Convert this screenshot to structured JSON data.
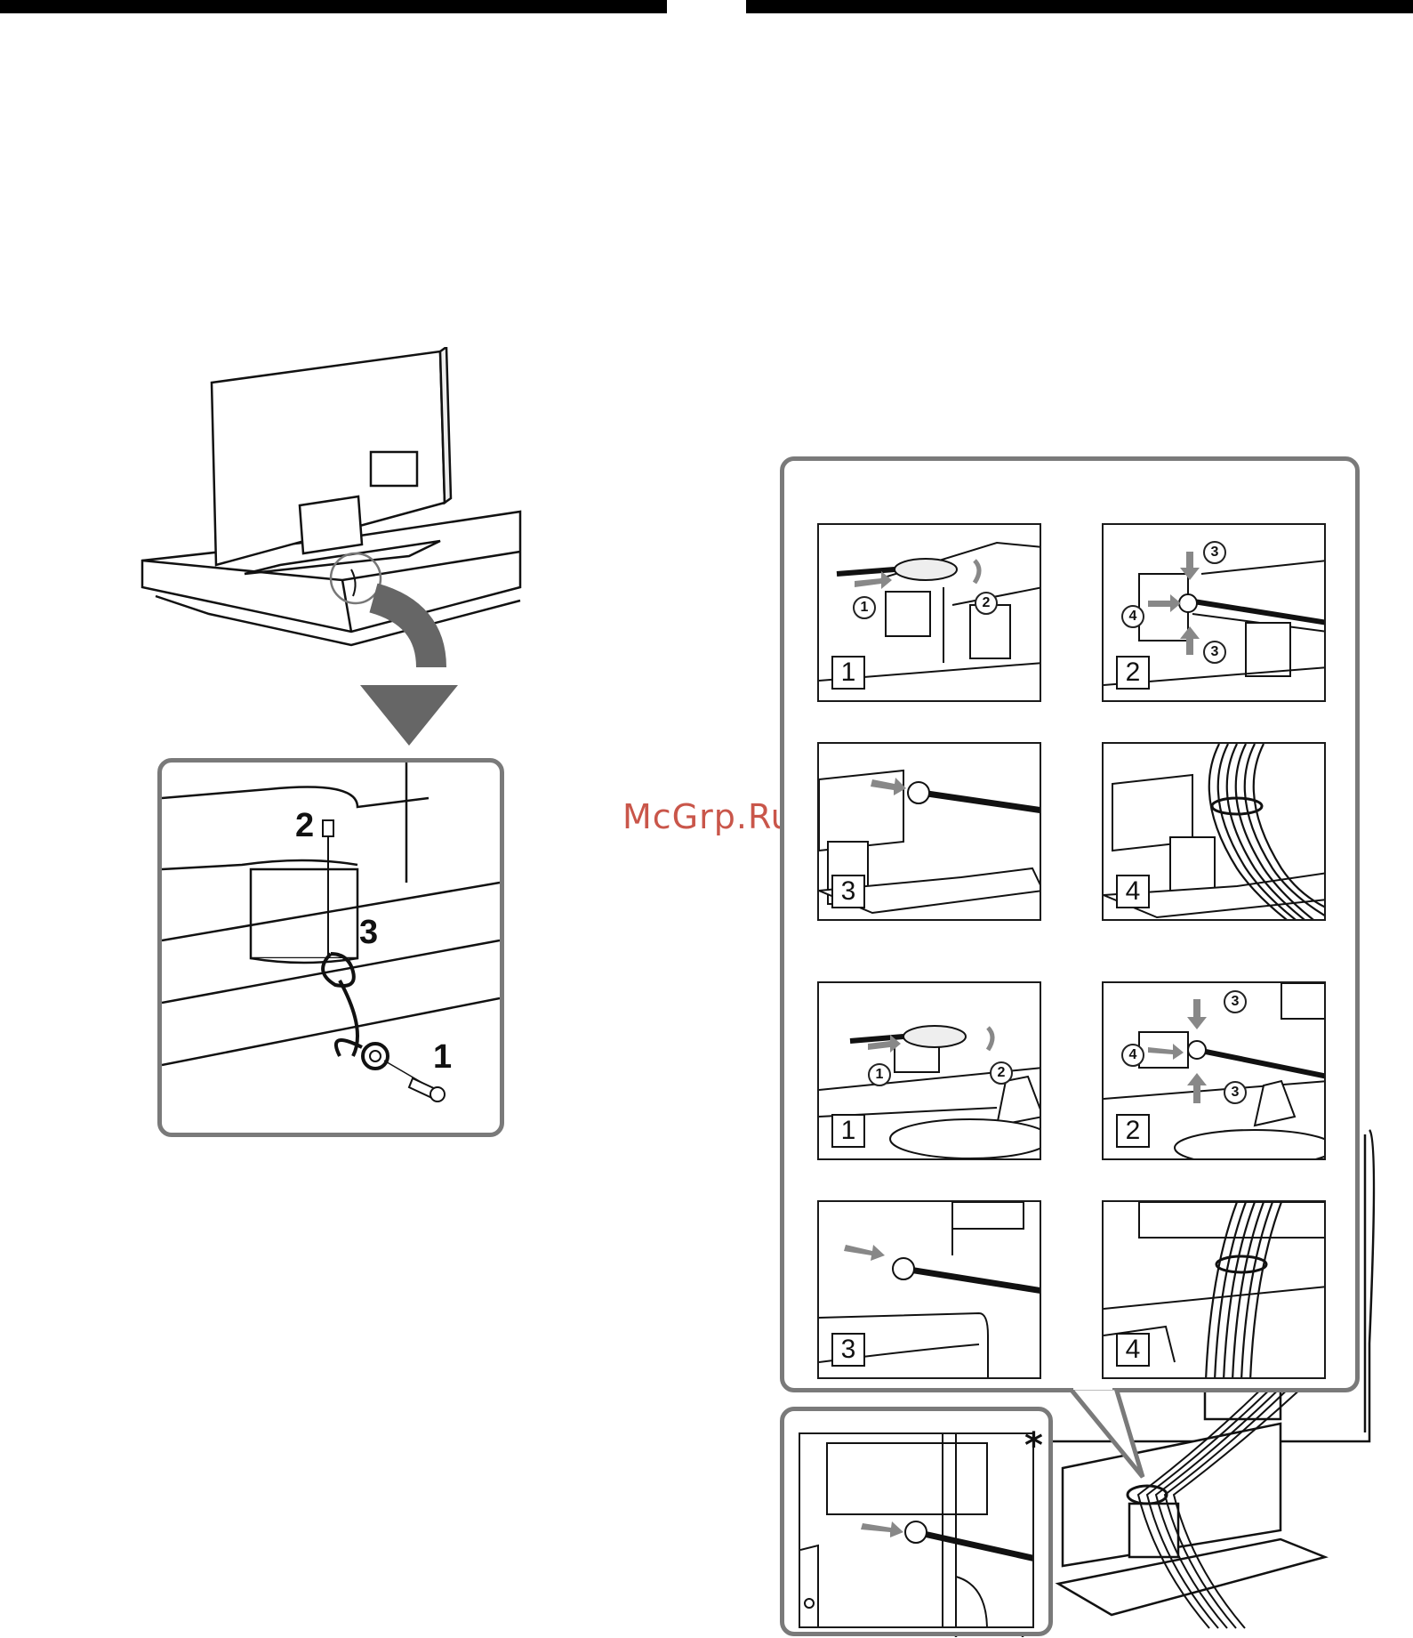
{
  "watermark": {
    "text": "McGrp.Ru"
  },
  "left_figure": {
    "callout_steps": [
      "1",
      "2",
      "3"
    ]
  },
  "cable_panel": {
    "upper_steps": [
      "1",
      "2",
      "3",
      "4"
    ],
    "lower_steps": [
      "1",
      "2",
      "3",
      "4"
    ],
    "circled": {
      "one": "1",
      "two": "2",
      "three": "3",
      "four": "4"
    }
  },
  "inset": {
    "marker": "*"
  },
  "colors": {
    "frame": "#7a7a7a",
    "ink": "#111111",
    "arrow": "#8a8a8a",
    "watermark": "#c0392b"
  }
}
